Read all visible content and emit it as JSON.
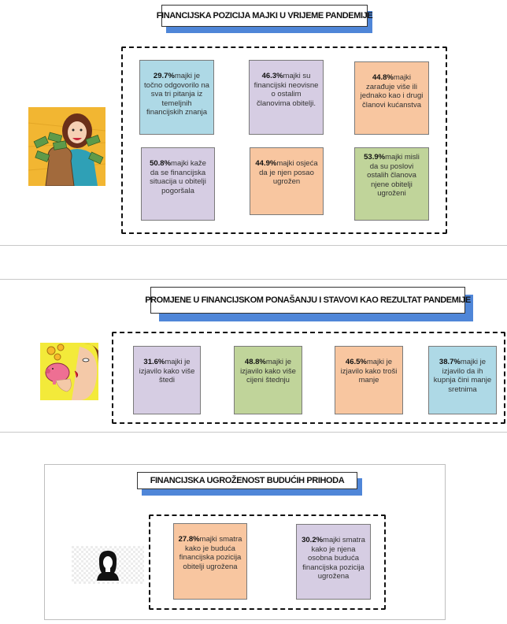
{
  "sections": [
    {
      "title": "FINANCIJSKA POZICIJA MAJKI U VRIJEME PANDEMIJE",
      "cards": [
        {
          "pct": "29.7%",
          "text": "majki je točno odgovorilo na sva tri pitanja iz temeljnih financijskih znanja",
          "color": "#aed9e6"
        },
        {
          "pct": "46.3%",
          "text": "majki su financijski neovisne o ostalim članovima obitelji.",
          "color": "#d6cde3"
        },
        {
          "pct": "44.8%",
          "text": "majki zarađuje više ili jednako kao i drugi članovi kućanstva",
          "color": "#f8c6a0"
        },
        {
          "pct": "50.8%",
          "text": "majki kaže da se financijska situacija u obitelji pogoršala",
          "color": "#d6cde3"
        },
        {
          "pct": "44.9%",
          "text": "majki osjeća da je njen posao ugrožen",
          "color": "#f8c6a0"
        },
        {
          "pct": "53.9%",
          "text": "majki misli da su poslovi ostalih članova njene obitelji ugroženi",
          "color": "#c0d49a"
        }
      ]
    },
    {
      "title": "PROMJENE U FINANCIJSKOM PONAŠANJU I STAVOVI KAO REZULTAT PANDEMIJE",
      "cards": [
        {
          "pct": "31.6%",
          "text": "majki je izjavilo kako više štedi",
          "color": "#d6cde3"
        },
        {
          "pct": "48.8%",
          "text": "majki je izjavilo kako više cijeni štednju",
          "color": "#c0d49a"
        },
        {
          "pct": "46.5%",
          "text": "majki je izjavilo kako troši manje",
          "color": "#f8c6a0"
        },
        {
          "pct": "38.7%",
          "text": "majki je izjavilo da ih kupnja čini manje sretnima",
          "color": "#aed9e6"
        }
      ]
    },
    {
      "title": "FINANCIJSKA UGROŽENOST BUDUĆIH PRIHODA",
      "cards": [
        {
          "pct": "27.8%",
          "text": "majki smatra kako je buduća financijska pozicija obitelji ugrožena",
          "color": "#f8c6a0"
        },
        {
          "pct": "30.2%",
          "text": "majki smatra kako je njena osobna buduća financijska pozicija ugrožena",
          "color": "#d6cde3"
        }
      ]
    }
  ],
  "illustrations": [
    "woman-with-money-bag-image",
    "woman-with-piggy-bank-image",
    "woman-silhouette-icon"
  ]
}
